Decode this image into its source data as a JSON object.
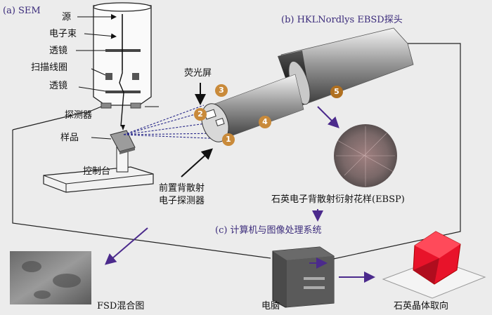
{
  "labels": {
    "sem_title": "(a) SEM",
    "source": "源",
    "electron_beam": "电子束",
    "lens_top": "透镜",
    "scan_coil": "扫描线圈",
    "lens_bottom": "透镜",
    "detector": "探测器",
    "sample": "样品",
    "stage": "控制台",
    "phosphor_screen": "荧光屏",
    "forescatter_detector_line1": "前置背散射",
    "forescatter_detector_line2": "电子探测器",
    "probe_title": "(b) HKLNordlys EBSD探头",
    "ebsp": "石英电子背散射衍射花样(EBSP)",
    "computer_system": "(c) 计算机与图像处理系统",
    "fsd_image": "FSD混合图",
    "computer": "电脑",
    "crystal_orientation": "石英晶体取向"
  },
  "markers": [
    "1",
    "2",
    "3",
    "4",
    "5"
  ],
  "colors": {
    "arrow_purple": "#4b2a8c",
    "marker_orange": "#c98a3a",
    "crystal_red": "#e8132a"
  },
  "icons": [
    "arrow-down-icon",
    "arrow-right-icon"
  ]
}
